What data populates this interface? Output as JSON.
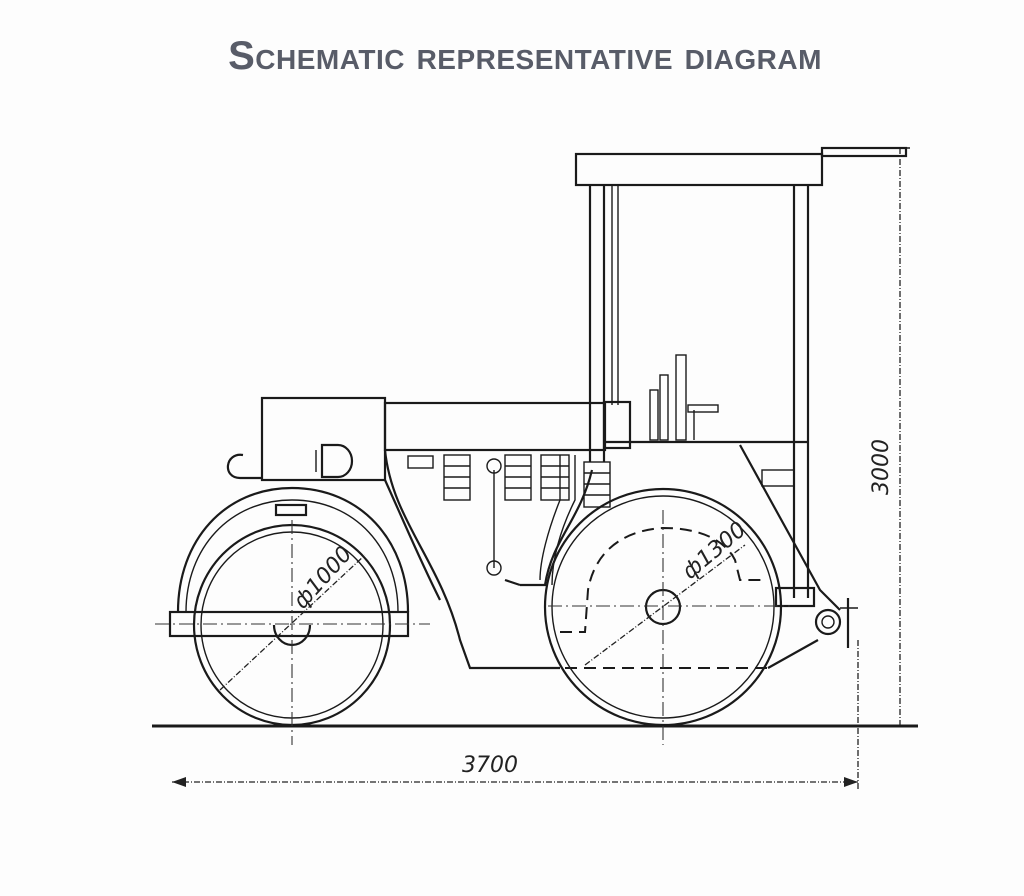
{
  "title": "Schematic representative diagram",
  "dimensions": {
    "height": "3000",
    "length": "3700",
    "front_roller_diameter": "ф1000",
    "rear_wheel_diameter": "ф1300"
  },
  "colors": {
    "title": "#585c68",
    "lines": "#1a1a1a",
    "background": "#fdfdfd"
  }
}
